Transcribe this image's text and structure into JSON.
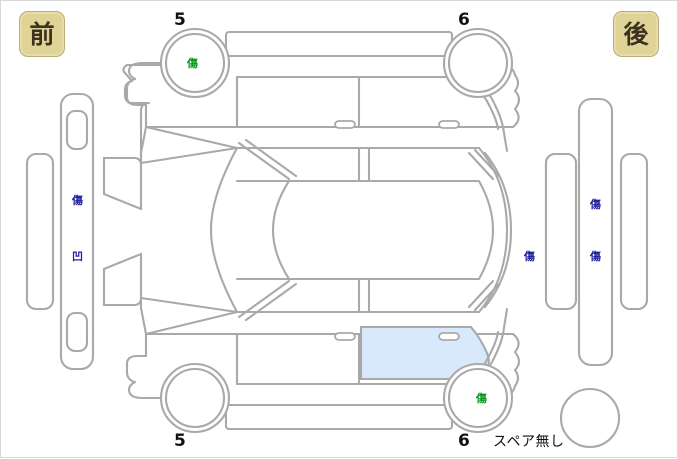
{
  "diagram": {
    "title": "vehicle-damage-inspection-map",
    "orientation_badges": [
      {
        "id": "front",
        "label": "前",
        "position": "top-left"
      },
      {
        "id": "rear",
        "label": "後",
        "position": "top-right"
      }
    ],
    "wheel_numbers": [
      {
        "id": "front-left",
        "label": "5",
        "position": "top-left"
      },
      {
        "id": "front-right",
        "label": "6",
        "position": "top-right"
      },
      {
        "id": "rear-left",
        "label": "5",
        "position": "bottom-left"
      },
      {
        "id": "rear-right",
        "label": "6",
        "position": "bottom-right"
      }
    ],
    "spare_tire_note": "スペア無し",
    "damage_marks": [
      {
        "id": "mark-top-left-wheel",
        "symbol": "傷",
        "color": "#0a9a1e",
        "area": "front-left-wheel"
      },
      {
        "id": "mark-front-panel-scratch",
        "symbol": "傷",
        "color": "#22229b",
        "area": "front-bumper-left"
      },
      {
        "id": "mark-front-panel-dent",
        "symbol": "凹",
        "color": "#22229b",
        "area": "front-bumper-left-lower"
      },
      {
        "id": "mark-rear-panel-upper",
        "symbol": "傷",
        "color": "#22229b",
        "area": "rear-bumper-upper"
      },
      {
        "id": "mark-rear-panel-lower",
        "symbol": "傷",
        "color": "#22229b",
        "area": "rear-bumper-lower"
      },
      {
        "id": "mark-rear-quarter",
        "symbol": "傷",
        "color": "#22229b",
        "area": "rear-right-quarter"
      },
      {
        "id": "mark-bottom-right-wheel",
        "symbol": "傷",
        "color": "#0a9a1e",
        "area": "rear-right-wheel"
      }
    ],
    "highlighted_panel": {
      "id": "rear-right-door",
      "color": "#d8e9fb",
      "label": ""
    },
    "colors": {
      "badge_background": "#e0d396",
      "badge_text": "#3a3123",
      "outline": "#a9a9a9",
      "highlight": "#d8e9fb",
      "mark_blue": "#22229b",
      "mark_green": "#0a9a1e",
      "page_background": "#ffffff"
    }
  }
}
